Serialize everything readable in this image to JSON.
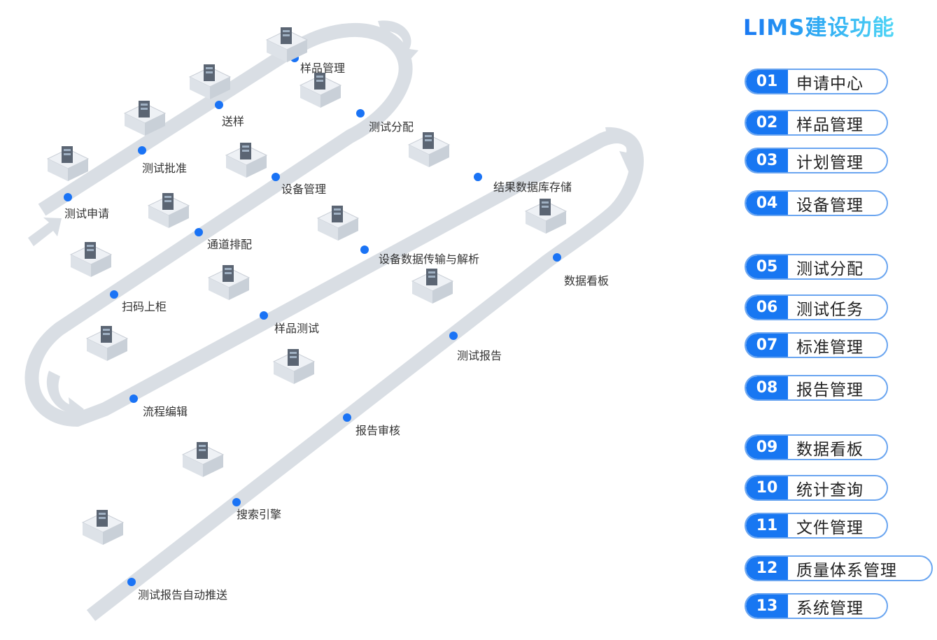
{
  "title": "LIMS建设功能",
  "colors": {
    "accent": "#1877f2",
    "path": "#d9dee4",
    "dot": "#1a73f5",
    "pill_border": "#6aa5f0"
  },
  "features": [
    {
      "num": "01",
      "label": "申请中心"
    },
    {
      "num": "02",
      "label": "样品管理"
    },
    {
      "num": "03",
      "label": "计划管理"
    },
    {
      "num": "04",
      "label": "设备管理"
    },
    {
      "num": "05",
      "label": "测试分配"
    },
    {
      "num": "06",
      "label": "测试任务"
    },
    {
      "num": "07",
      "label": "标准管理"
    },
    {
      "num": "08",
      "label": "报告管理"
    },
    {
      "num": "09",
      "label": "数据看板"
    },
    {
      "num": "10",
      "label": "统计查询"
    },
    {
      "num": "11",
      "label": "文件管理"
    },
    {
      "num": "12",
      "label": "质量体系管理"
    },
    {
      "num": "13",
      "label": "系统管理"
    }
  ],
  "steps": [
    {
      "label": "测试申请",
      "icon": "person-laptop-icon"
    },
    {
      "label": "测试批准",
      "icon": "businessman-tablet-icon"
    },
    {
      "label": "送样",
      "icon": "courier-trolley-icon"
    },
    {
      "label": "样品管理",
      "icon": "sample-cabinet-icon"
    },
    {
      "label": "测试分配",
      "icon": "lab-team-icon"
    },
    {
      "label": "设备管理",
      "icon": "server-rack-icon"
    },
    {
      "label": "通道排配",
      "icon": "network-nodes-icon"
    },
    {
      "label": "扫码上柜",
      "icon": "scanner-icon"
    },
    {
      "label": "样品测试",
      "icon": "reactor-icon"
    },
    {
      "label": "设备数据传输与解析",
      "icon": "data-network-icon"
    },
    {
      "label": "结果数据库存储",
      "icon": "cloud-database-icon"
    },
    {
      "label": "数据看板",
      "icon": "dashboard-icon"
    },
    {
      "label": "测试报告",
      "icon": "report-printer-icon"
    },
    {
      "label": "报告审核",
      "icon": "review-office-icon"
    },
    {
      "label": "流程编辑",
      "icon": "workflow-mobile-icon"
    },
    {
      "label": "搜索引擎",
      "icon": "search-dashboard-icon"
    },
    {
      "label": "测试报告自动推送",
      "icon": "mobile-push-icon"
    }
  ]
}
